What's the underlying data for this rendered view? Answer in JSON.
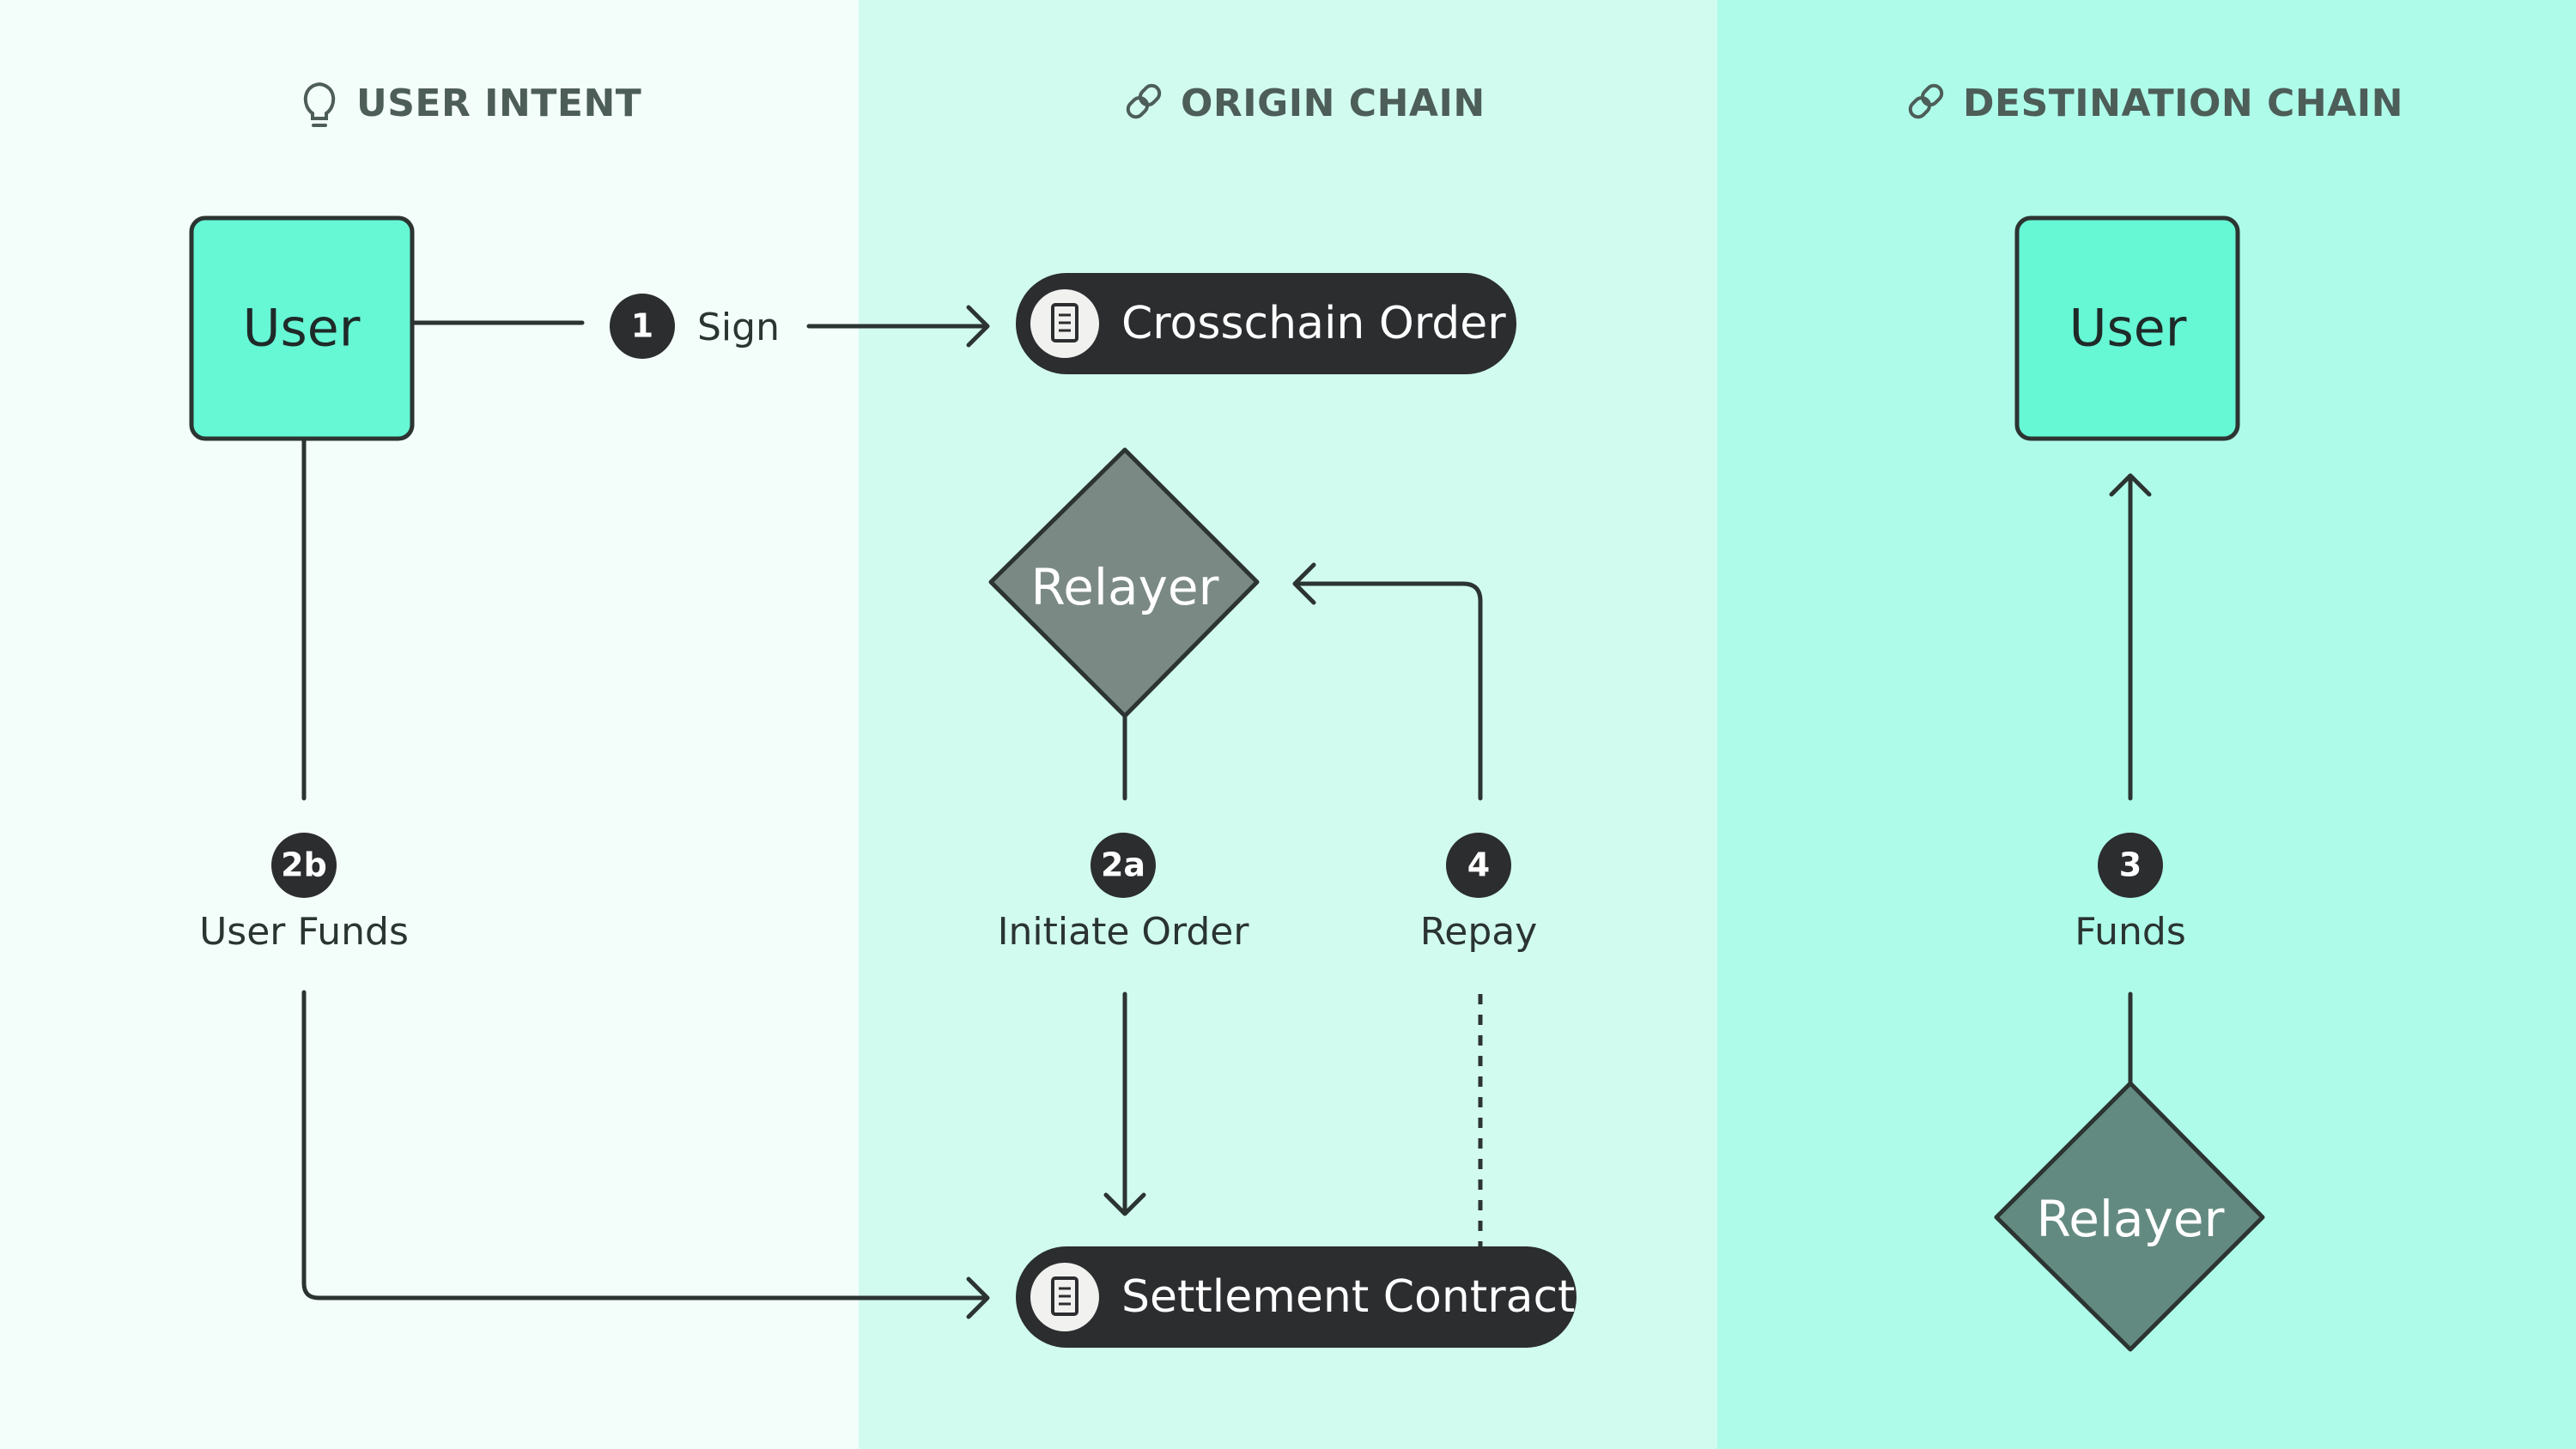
{
  "columns": [
    {
      "title": "USER INTENT",
      "icon": "lightbulb-icon"
    },
    {
      "title": "ORIGIN CHAIN",
      "icon": "link-icon"
    },
    {
      "title": "DESTINATION CHAIN",
      "icon": "link-icon"
    }
  ],
  "colors": {
    "col1_bg": "#f3fdfa",
    "col2_bg": "#d2fbf0",
    "col3_bg": "#aefbe9",
    "user_box": "#66f7d5",
    "relayer_origin": "#7a8984",
    "relayer_dest": "#638a80",
    "pill": "#2b2d2f",
    "stroke": "#2c3432"
  },
  "nodes": {
    "user_left": "User",
    "user_right": "User",
    "crosschain_order": "Crosschain Order",
    "relayer_origin": "Relayer",
    "settlement_contract": "Settlement Contract",
    "relayer_dest": "Relayer"
  },
  "steps": {
    "sign": {
      "num": "1",
      "label": "Sign"
    },
    "user_funds": {
      "num": "2b",
      "label": "User Funds"
    },
    "initiate_order": {
      "num": "2a",
      "label": "Initiate Order"
    },
    "repay": {
      "num": "4",
      "label": "Repay"
    },
    "funds": {
      "num": "3",
      "label": "Funds"
    }
  }
}
